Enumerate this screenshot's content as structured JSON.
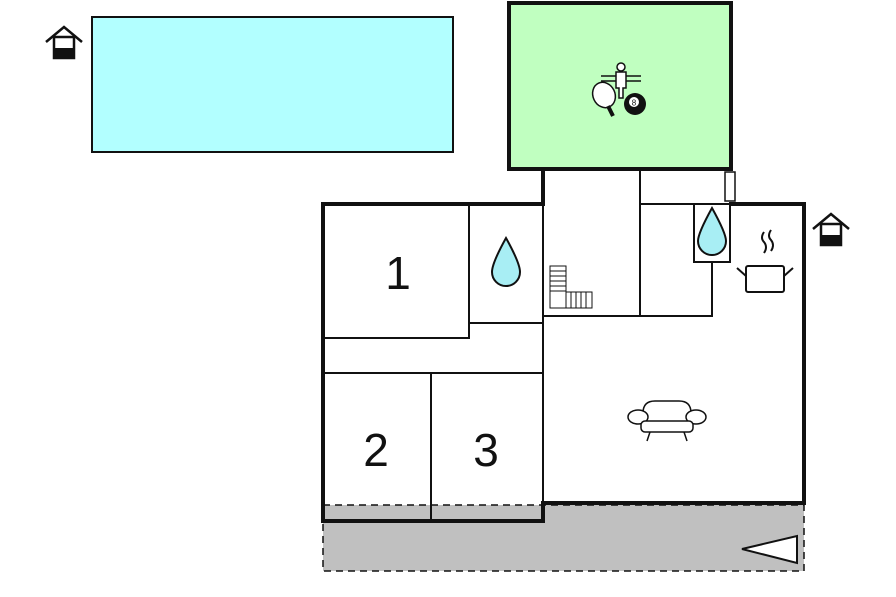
{
  "rooms": [
    {
      "id": "bedroom-1",
      "label": "1"
    },
    {
      "id": "bedroom-2",
      "label": "2"
    },
    {
      "id": "bedroom-3",
      "label": "3"
    }
  ],
  "icons": {
    "pool": "swimming-pool",
    "game_room": [
      "table-football-icon",
      "table-tennis-icon",
      "billiard-ball-icon"
    ],
    "billiard_ball_label": "8",
    "bathrooms": [
      "water-drop-icon",
      "water-drop-icon"
    ],
    "kitchen": "cooking-pot-icon",
    "living": "sofa-icon",
    "entrances": [
      "house-entrance-icon",
      "house-entrance-icon"
    ],
    "terrace": "direction-arrow-icon"
  },
  "colors": {
    "pool": "#b2ffff",
    "game_room": "#c0ffc0",
    "terrace": "#c0c0c0",
    "water_drop": "#a8eef4",
    "walls": "#111111"
  }
}
